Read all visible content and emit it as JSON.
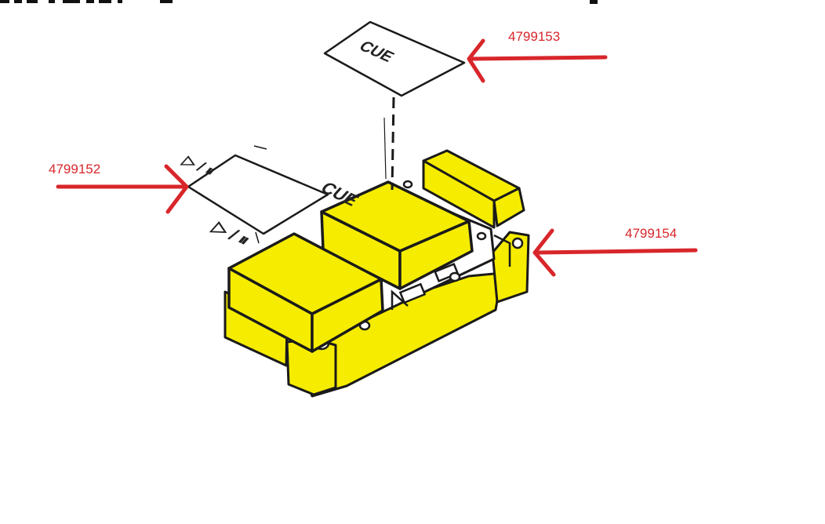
{
  "labels": {
    "cue_cap_part": "4799153",
    "play_cap_part": "4799152",
    "button_block_part": "4799154"
  },
  "keycaps": {
    "cue_text": "CUE",
    "play_text": "▷ / ⏸"
  },
  "colors": {
    "highlight": "#f5ec00",
    "arrow": "#d8262b",
    "outline": "#1a1a1a"
  }
}
